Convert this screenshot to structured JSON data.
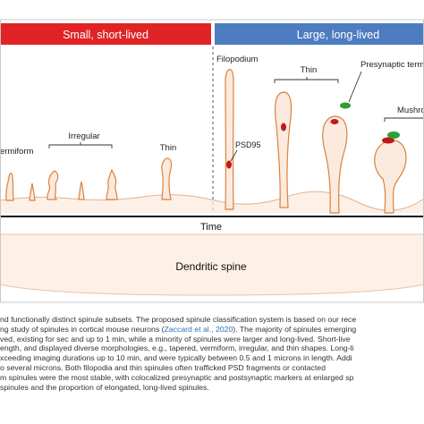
{
  "figure": {
    "header_left": {
      "label": "Small, short-lived",
      "color": "#e02426"
    },
    "header_right": {
      "label": "Large, long-lived",
      "color": "#4d7cc0"
    },
    "time_label": "Time",
    "bottom_label": "Dendritic spine",
    "labels": {
      "vermiform": "ermiform",
      "irregular": "Irregular",
      "thin_small": "Thin",
      "filopodium": "Filopodium",
      "thin_large": "Thin",
      "presynaptic": "Presynaptic term",
      "mushroom": "Mushro",
      "psd95": "PSD95"
    },
    "colors": {
      "spine_fill": "#fbeadd",
      "spine_stroke": "#d9823f",
      "psd": "#c01818",
      "presynaptic": "#2e9e38",
      "panel_bg": "#fdf4ee",
      "frame": "#c8c8c8"
    }
  },
  "caption": {
    "line1": "nd functionally distinct spinule subsets. The proposed spinule classification system is based on our rece",
    "line2_pre": "ng study of spinules in cortical mouse neurons (",
    "line2_link": "Zaccard et al., 2020",
    "line2_post": "). The majority of spinules emerging",
    "line3": "ved, existing for sec and up to 1 min, while a minority of spinules were larger and long-lived. Short-live",
    "line4": "ength, and displayed diverse morphologies, e.g., tapered, vermiform, irregular, and thin shapes. Long-li",
    "line5": "xceeding imaging durations up to 10 min, and were typically between 0.5 and 1 microns in length. Addi",
    "line6": "o several microns. Both filopodia and thin spinules often trafficked PSD fragments or contacted",
    "line7": "m spinules were the most stable, with colocalized presynaptic and postsynaptic markers at enlarged sp",
    "line8": "spinules and the proportion of elongated, long-lived spinules."
  }
}
